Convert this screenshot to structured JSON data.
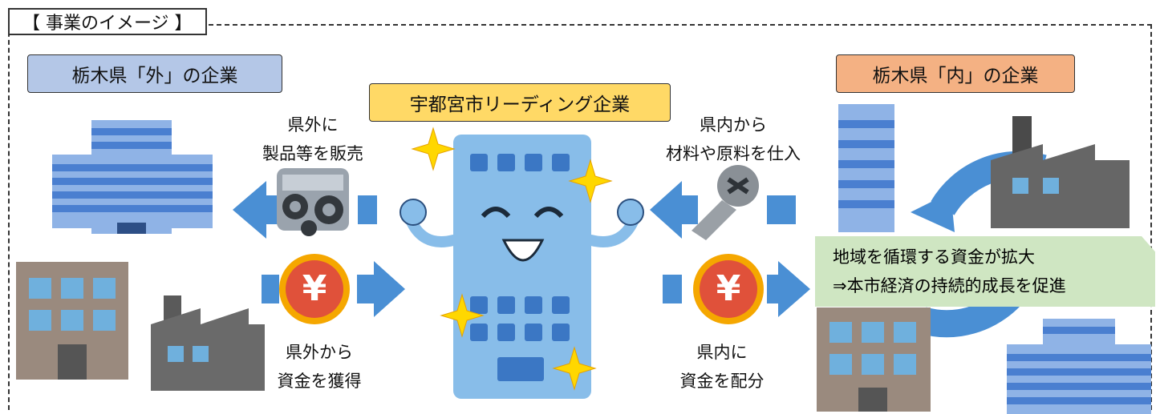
{
  "title": "【 事業のイメージ 】",
  "outside_label": "栃木県「外」の企業",
  "leading_label": "宇都宮市リーディング企業",
  "inside_label": "栃木県「内」の企業",
  "sell_caption": {
    "line1": "県外に",
    "line2": "製品等を販売"
  },
  "acquire_caption": {
    "line1": "県外から",
    "line2": "資金を獲得"
  },
  "purchase_caption": {
    "line1": "県内から",
    "line2": "材料や原料を仕入"
  },
  "distribute_caption": {
    "line1": "県内に",
    "line2": "資金を配分"
  },
  "callout": {
    "line1": "地域を循環する資金が拡大",
    "line2": "⇒本市経済の持続的成長を促進"
  },
  "yen_symbol": "¥",
  "colors": {
    "outside_label_bg": "#b4c7e7",
    "leading_label_bg": "#ffd966",
    "inside_label_bg": "#f4b183",
    "arrow_blue": "#4a8fd4",
    "callout_bg": "#cfe6c2"
  }
}
